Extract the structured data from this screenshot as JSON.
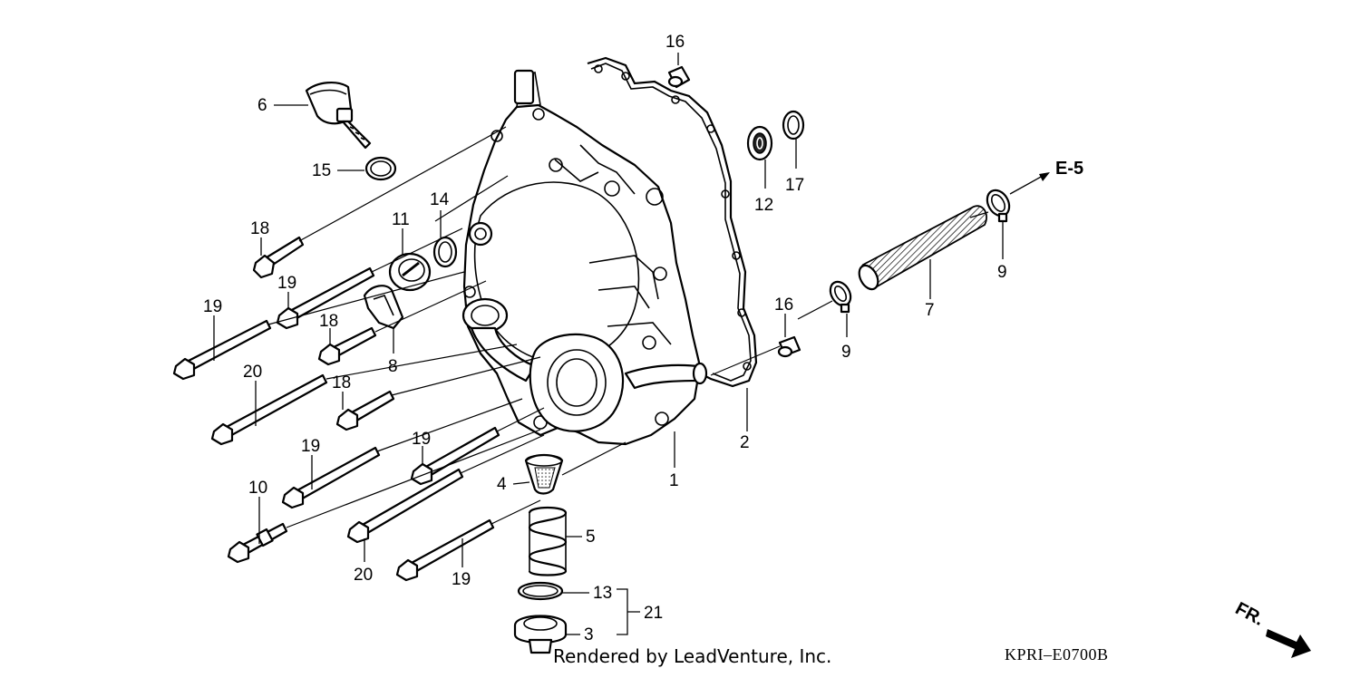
{
  "diagram": {
    "callouts": [
      {
        "id": "c1",
        "text": "1"
      },
      {
        "id": "c2",
        "text": "2"
      },
      {
        "id": "c3",
        "text": "3"
      },
      {
        "id": "c4",
        "text": "4"
      },
      {
        "id": "c5",
        "text": "5"
      },
      {
        "id": "c6",
        "text": "6"
      },
      {
        "id": "c7",
        "text": "7"
      },
      {
        "id": "c8",
        "text": "8"
      },
      {
        "id": "c9a",
        "text": "9"
      },
      {
        "id": "c9b",
        "text": "9"
      },
      {
        "id": "c10",
        "text": "10"
      },
      {
        "id": "c11",
        "text": "11"
      },
      {
        "id": "c12",
        "text": "12"
      },
      {
        "id": "c13",
        "text": "13"
      },
      {
        "id": "c14",
        "text": "14"
      },
      {
        "id": "c15",
        "text": "15"
      },
      {
        "id": "c16a",
        "text": "16"
      },
      {
        "id": "c16b",
        "text": "16"
      },
      {
        "id": "c17",
        "text": "17"
      },
      {
        "id": "c18a",
        "text": "18"
      },
      {
        "id": "c18b",
        "text": "18"
      },
      {
        "id": "c18c",
        "text": "18"
      },
      {
        "id": "c19a",
        "text": "19"
      },
      {
        "id": "c19b",
        "text": "19"
      },
      {
        "id": "c19c",
        "text": "19"
      },
      {
        "id": "c19d",
        "text": "19"
      },
      {
        "id": "c19e",
        "text": "19"
      },
      {
        "id": "c20a",
        "text": "20"
      },
      {
        "id": "c20b",
        "text": "20"
      },
      {
        "id": "c21",
        "text": "21"
      }
    ],
    "reference_label": "E-5",
    "front_label": "FR.",
    "credit": "Rendered by LeadVenture, Inc.",
    "code": "KPRI–E0700B"
  }
}
